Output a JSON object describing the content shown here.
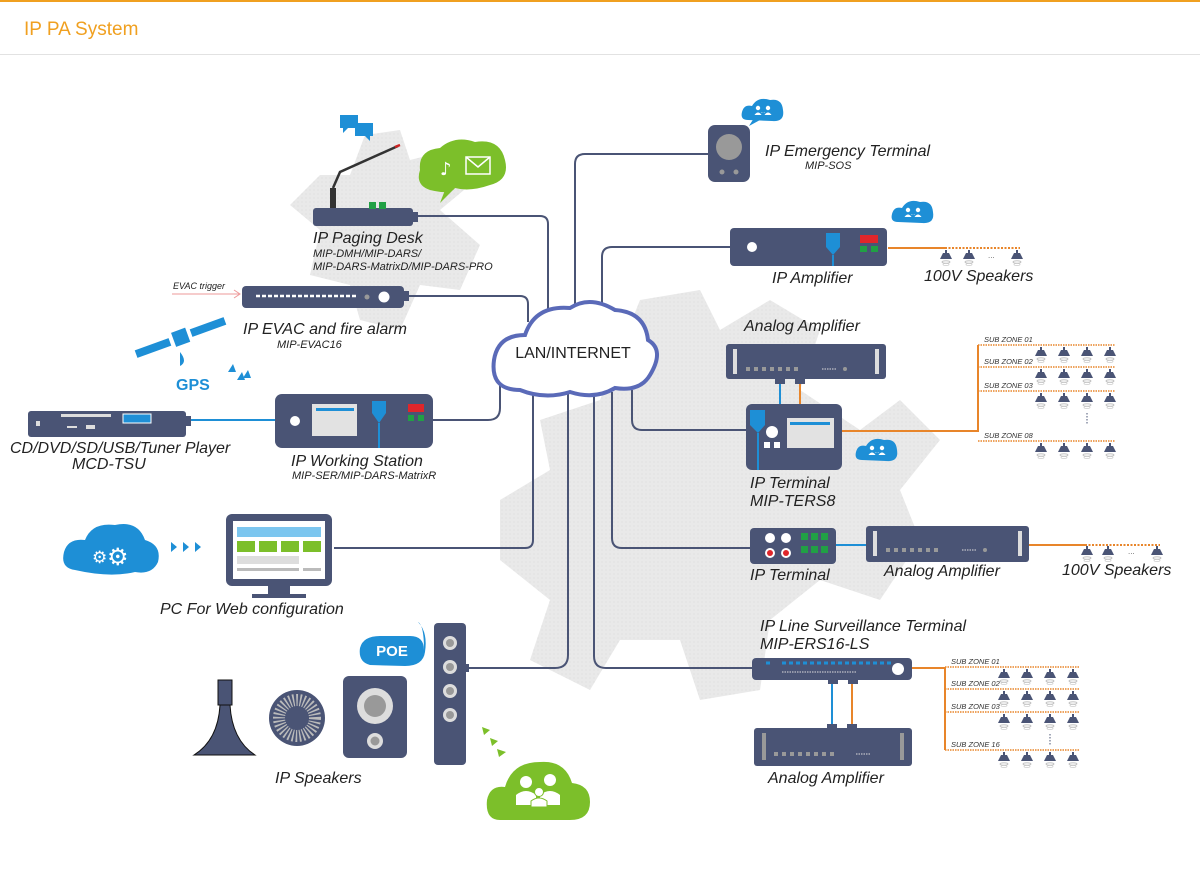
{
  "page": {
    "title": "IP PA System",
    "accent_color": "#f0a020"
  },
  "colors": {
    "device": "#4a5475",
    "network_line": "#4a5475",
    "blue_accent": "#1e8fd6",
    "orange_line": "#e8852a",
    "green": "#7cbf2a",
    "gear_bg": "#e8e8e8"
  },
  "hub": {
    "label": "LAN/INTERNET"
  },
  "devices": {
    "paging_desk": {
      "name": "IP Paging Desk",
      "model_line1": "MIP-DMH/MIP-DARS/",
      "model_line2": "MIP-DARS-MatrixD/MIP-DARS-PRO"
    },
    "evac": {
      "name": "IP EVAC and fire alarm",
      "model": "MIP-EVAC16",
      "trigger_label": "EVAC trigger"
    },
    "gps": {
      "label": "GPS"
    },
    "player": {
      "name": "CD/DVD/SD/USB/Tuner Player",
      "model": "MCD-TSU"
    },
    "working_station": {
      "name": "IP Working Station",
      "model": "MIP-SER/MIP-DARS-MatrixR"
    },
    "pc": {
      "name": "PC For Web configuration"
    },
    "ip_speakers": {
      "name": "IP Speakers",
      "poe_label": "POE"
    },
    "emergency": {
      "name": "IP Emergency Terminal",
      "model": "MIP-SOS"
    },
    "ip_amplifier": {
      "name": "IP Amplifier",
      "speakers_label": "100V Speakers"
    },
    "analog_amp_1": {
      "name": "Analog Amplifier"
    },
    "ip_terminal_ters8": {
      "name": "IP Terminal",
      "model": "MIP-TERS8",
      "zones": [
        "SUB ZONE 01",
        "SUB ZONE 02",
        "SUB ZONE 03",
        "SUB ZONE 08"
      ]
    },
    "ip_terminal": {
      "name": "IP Terminal"
    },
    "analog_amp_2": {
      "name": "Analog Amplifier",
      "speakers_label": "100V Speakers"
    },
    "line_surveillance": {
      "name": "IP Line Surveillance Terminal",
      "model": "MIP-ERS16-LS",
      "zones": [
        "SUB ZONE 01",
        "SUB ZONE 02",
        "SUB ZONE 03",
        "SUB ZONE 16"
      ]
    },
    "analog_amp_3": {
      "name": "Analog Amplifier"
    }
  }
}
